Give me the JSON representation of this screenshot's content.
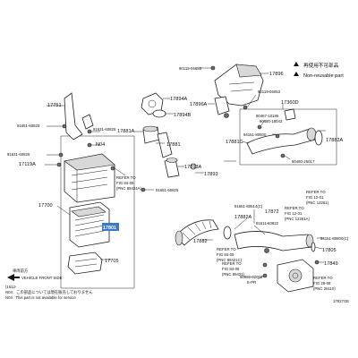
{
  "legend": {
    "not_reusable_jp": "再使用不可部品",
    "not_reusable_en": "Non-reusable part"
  },
  "front_mark": {
    "jp": "車両前方",
    "en": "VEHICLE FRONT SIDE"
  },
  "footnote": {
    "ref": "(1612-",
    "n04_jp": "N04：この部品については現在販売しておりません",
    "n04_en": "N04 : This part is not available for service"
  },
  "figure_code": "17827GE",
  "refer_notes": [
    {
      "l1": "REFER TO",
      "l2": "FIG 84-05",
      "l3": "(PNC 89424A)"
    },
    {
      "l1": "REFER TO",
      "l2": "FIG 12-01",
      "l3": "(PNC 12261)"
    },
    {
      "l1": "REFER TO",
      "l2": "FIG 12-01",
      "l3": "(PNC 12261A)"
    },
    {
      "l1": "REFER TO",
      "l2": "FIG 84-05",
      "l3": "(PNC 89421C)"
    },
    {
      "l1": "REFER TO",
      "l2": "FIG 84-05",
      "l3": "(PNC 89421)"
    },
    {
      "l1": "REFER TO",
      "l2": "FIG 28-08",
      "l3": "(PNC 26110)"
    }
  ],
  "callouts": {
    "c17751": "17751",
    "c91651_6082": "91651-60825",
    "c91631_6082": "91631-60825",
    "c91631_6082b": "91631-60825",
    "c17119a": "17119A",
    "cN04": "N04",
    "c17700": "17700",
    "c17801": "17801",
    "c17705": "17705",
    "c17894a": "17894A",
    "c17894b": "17894B",
    "c17881a": "17881A",
    "c17881": "17881",
    "c17893a": "17893A",
    "c17893": "17893",
    "c91651_6082c": "91651-60825",
    "c17896a": "17896A",
    "c90119_06653": "90119-06653",
    "c17896": "17896",
    "c90119_06053": "90119-06053",
    "c17360d": "17360D",
    "c90467_10186": "90467-10186",
    "c90480_18043": "90480-18043",
    "c94151_80600": "94151-80600",
    "c90480_25017": "90480-25017",
    "c17881c": "17881C",
    "c17882a": "17882A",
    "c91651_80614": "91651-80614(C)",
    "c17872": "17872",
    "c17882a2": "17882A",
    "c91611_60822": "91611-60822",
    "c17882": "17882",
    "c17805": "17805",
    "c94151_80800": "94151-80800(C)",
    "c17849": "17849",
    "c90998_02002": "90998-02002",
    "c_ep": "E-PR"
  }
}
